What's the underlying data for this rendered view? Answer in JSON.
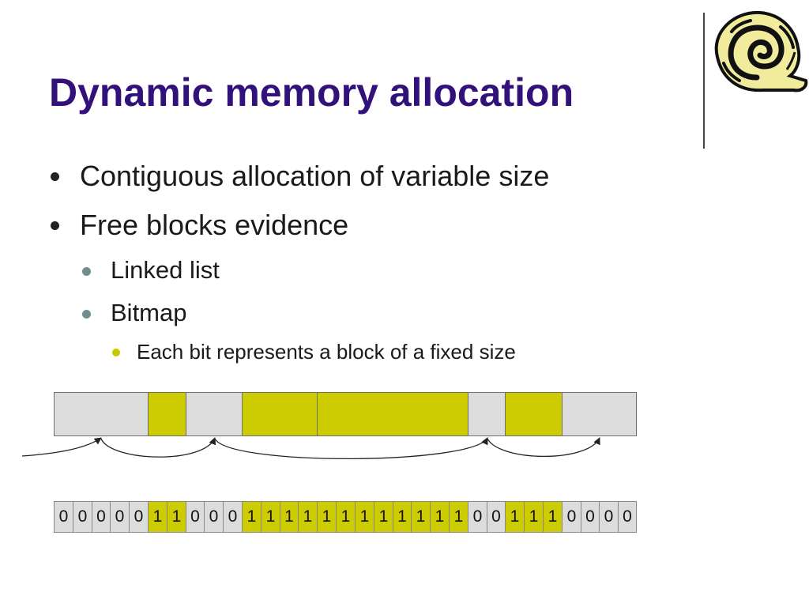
{
  "slide": {
    "title": "Dynamic memory allocation",
    "bullets": [
      {
        "level": 1,
        "text": "Contiguous allocation of variable size"
      },
      {
        "level": 1,
        "text": "Free blocks evidence"
      },
      {
        "level": 2,
        "text": "Linked list"
      },
      {
        "level": 2,
        "text": "Bitmap"
      },
      {
        "level": 3,
        "text": "Each bit represents a block of a fixed size"
      }
    ]
  },
  "logo": {
    "icon": "snail-shell-icon"
  },
  "colors": {
    "title": "#33117a",
    "free_block": "#dcdcdc",
    "used_block": "#cccc00"
  },
  "memory_blocks": [
    {
      "state": "free",
      "units": 5
    },
    {
      "state": "used",
      "units": 2
    },
    {
      "state": "free",
      "units": 3
    },
    {
      "state": "used",
      "units": 4
    },
    {
      "state": "used",
      "units": 8
    },
    {
      "state": "free",
      "units": 2
    },
    {
      "state": "used",
      "units": 3
    },
    {
      "state": "free",
      "units": 4
    }
  ],
  "bitmap": [
    "0",
    "0",
    "0",
    "0",
    "0",
    "1",
    "1",
    "0",
    "0",
    "0",
    "1",
    "1",
    "1",
    "1",
    "1",
    "1",
    "1",
    "1",
    "1",
    "1",
    "1",
    "1",
    "0",
    "0",
    "1",
    "1",
    "1",
    "0",
    "0",
    "0",
    "0"
  ]
}
